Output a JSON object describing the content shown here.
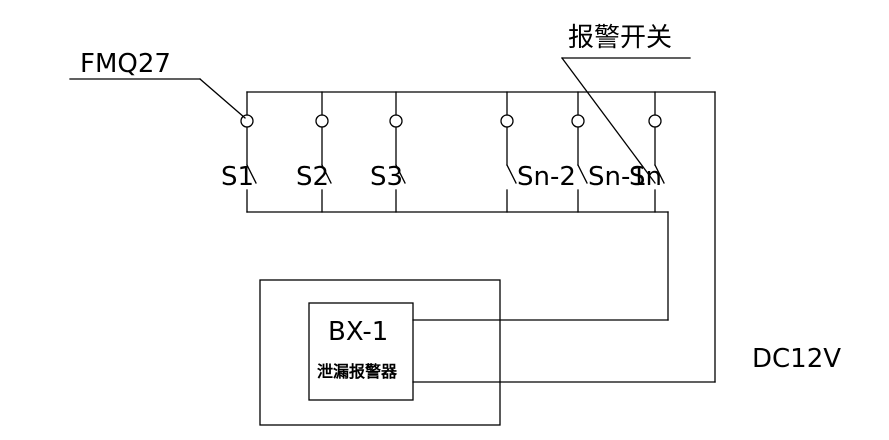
{
  "labels": {
    "fmq": "FMQ27",
    "alarm_switch": "报警开关",
    "dc": "DC12V",
    "device_model": "BX-1",
    "device_name": "泄漏报警器"
  },
  "switches": [
    {
      "label": "S1"
    },
    {
      "label": "S2"
    },
    {
      "label": "S3"
    },
    {
      "label": "Sn-2"
    },
    {
      "label": "Sn-1"
    },
    {
      "label": "Sn"
    }
  ]
}
